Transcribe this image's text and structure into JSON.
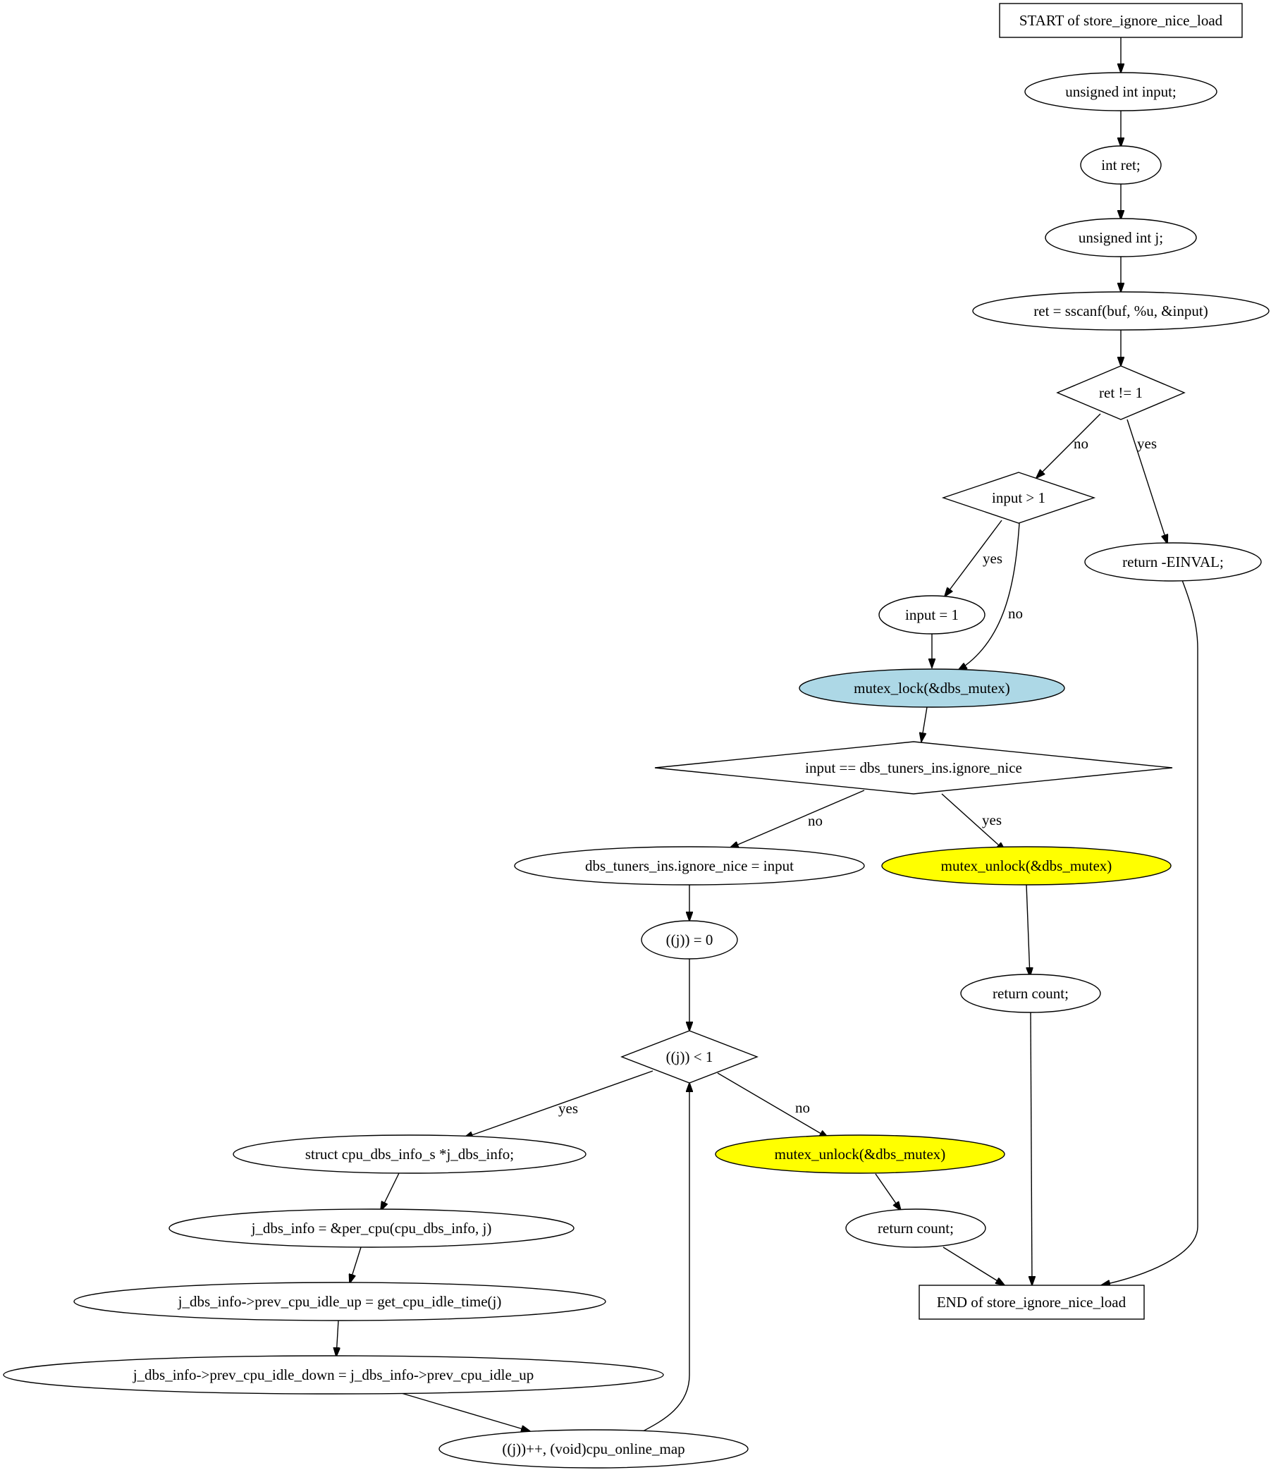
{
  "colors": {
    "lock_fill": "#add8e6",
    "unlock_fill": "#ffff00",
    "default_fill": "#ffffff",
    "stroke": "#000000"
  },
  "nodes": {
    "start": "START of store_ignore_nice_load",
    "decl_input": "unsigned int input;",
    "decl_ret": "int ret;",
    "decl_j": "unsigned int j;",
    "sscanf": "ret = sscanf(buf, %u, &input)",
    "cond_ret": "ret != 1",
    "cond_input_gt": "input > 1",
    "return_einval": "return -EINVAL;",
    "assign_input": "input = 1",
    "mutex_lock": "mutex_lock(&dbs_mutex)",
    "cond_ignore_nice": "input == dbs_tuners_ins.ignore_nice",
    "assign_ignore_nice": "dbs_tuners_ins.ignore_nice = input",
    "unlock_1": "mutex_unlock(&dbs_mutex)",
    "j_init": "((j)) = 0",
    "return_count_1": "return count;",
    "cond_loop": "((j)) < 1",
    "decl_info": "struct cpu_dbs_info_s *j_dbs_info;",
    "unlock_2": "mutex_unlock(&dbs_mutex)",
    "assign_info": "j_dbs_info = &per_cpu(cpu_dbs_info, j)",
    "return_count_2": "return count;",
    "idle_up": "j_dbs_info->prev_cpu_idle_up = get_cpu_idle_time(j)",
    "end": "END of store_ignore_nice_load",
    "idle_down": "j_dbs_info->prev_cpu_idle_down = j_dbs_info->prev_cpu_idle_up",
    "loop_incr": "((j))++, (void)cpu_online_map"
  },
  "edge_labels": {
    "ret_no": "no",
    "ret_yes": "yes",
    "input_gt_yes": "yes",
    "input_gt_no": "no",
    "ignore_nice_no": "no",
    "ignore_nice_yes": "yes",
    "loop_yes": "yes",
    "loop_no": "no"
  }
}
